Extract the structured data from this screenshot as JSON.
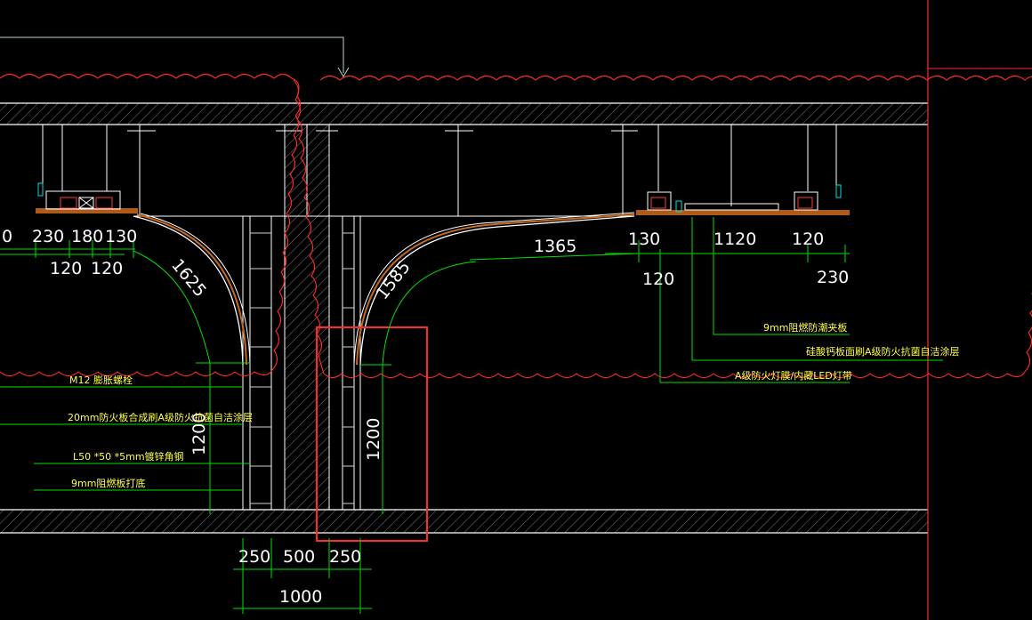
{
  "dimensions": {
    "top_left": [
      "0",
      "230",
      "180",
      "130"
    ],
    "top_left_sub": [
      "120",
      "120"
    ],
    "top_right": [
      "130",
      "1120",
      "120"
    ],
    "top_right_sub": [
      "120",
      "230"
    ],
    "span": "1365",
    "arc_left": "1625",
    "arc_right": "1585",
    "height_left": "1200",
    "height_right": "1200",
    "bottom": [
      "250",
      "500",
      "250"
    ],
    "bottom_total": "1000"
  },
  "notes_left": [
    "M12 膨胀螺栓",
    "20mm防火板合成刷A级防火抗菌自洁涂层",
    "L50 *50 *5mm镀锌角钢",
    "9mm阻燃板打底"
  ],
  "notes_right": [
    "9mm阻燃防潮夹板",
    "硅酸钙板面刷A级防火抗菌自洁涂层",
    "A级防火灯膜/内藏LED灯带"
  ],
  "colors": {
    "background": "#000000",
    "geometry": "#ffffff",
    "dimension": "#00e000",
    "cloud": "#ff2a2a",
    "annotation_text": "#ffff44"
  }
}
